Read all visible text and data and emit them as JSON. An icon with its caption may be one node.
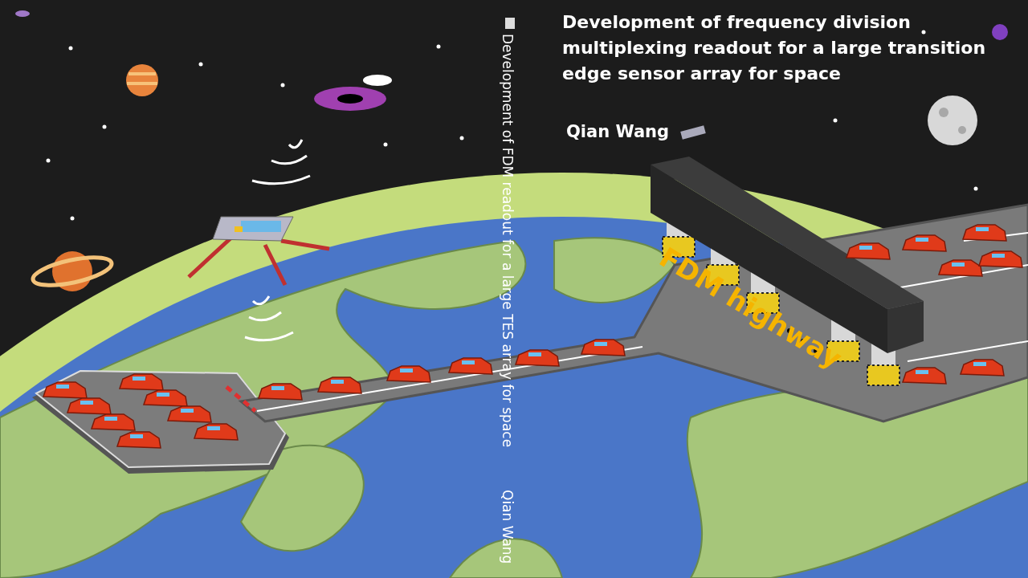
{
  "diagram": {
    "title": "Development of frequency division multiplexing readout for a large transition edge sensor array for space",
    "labels": [
      "Qian Wang",
      "Development of FDM readout for a large TES array for space",
      "Qian Wang",
      "FDM highway"
    ]
  }
}
